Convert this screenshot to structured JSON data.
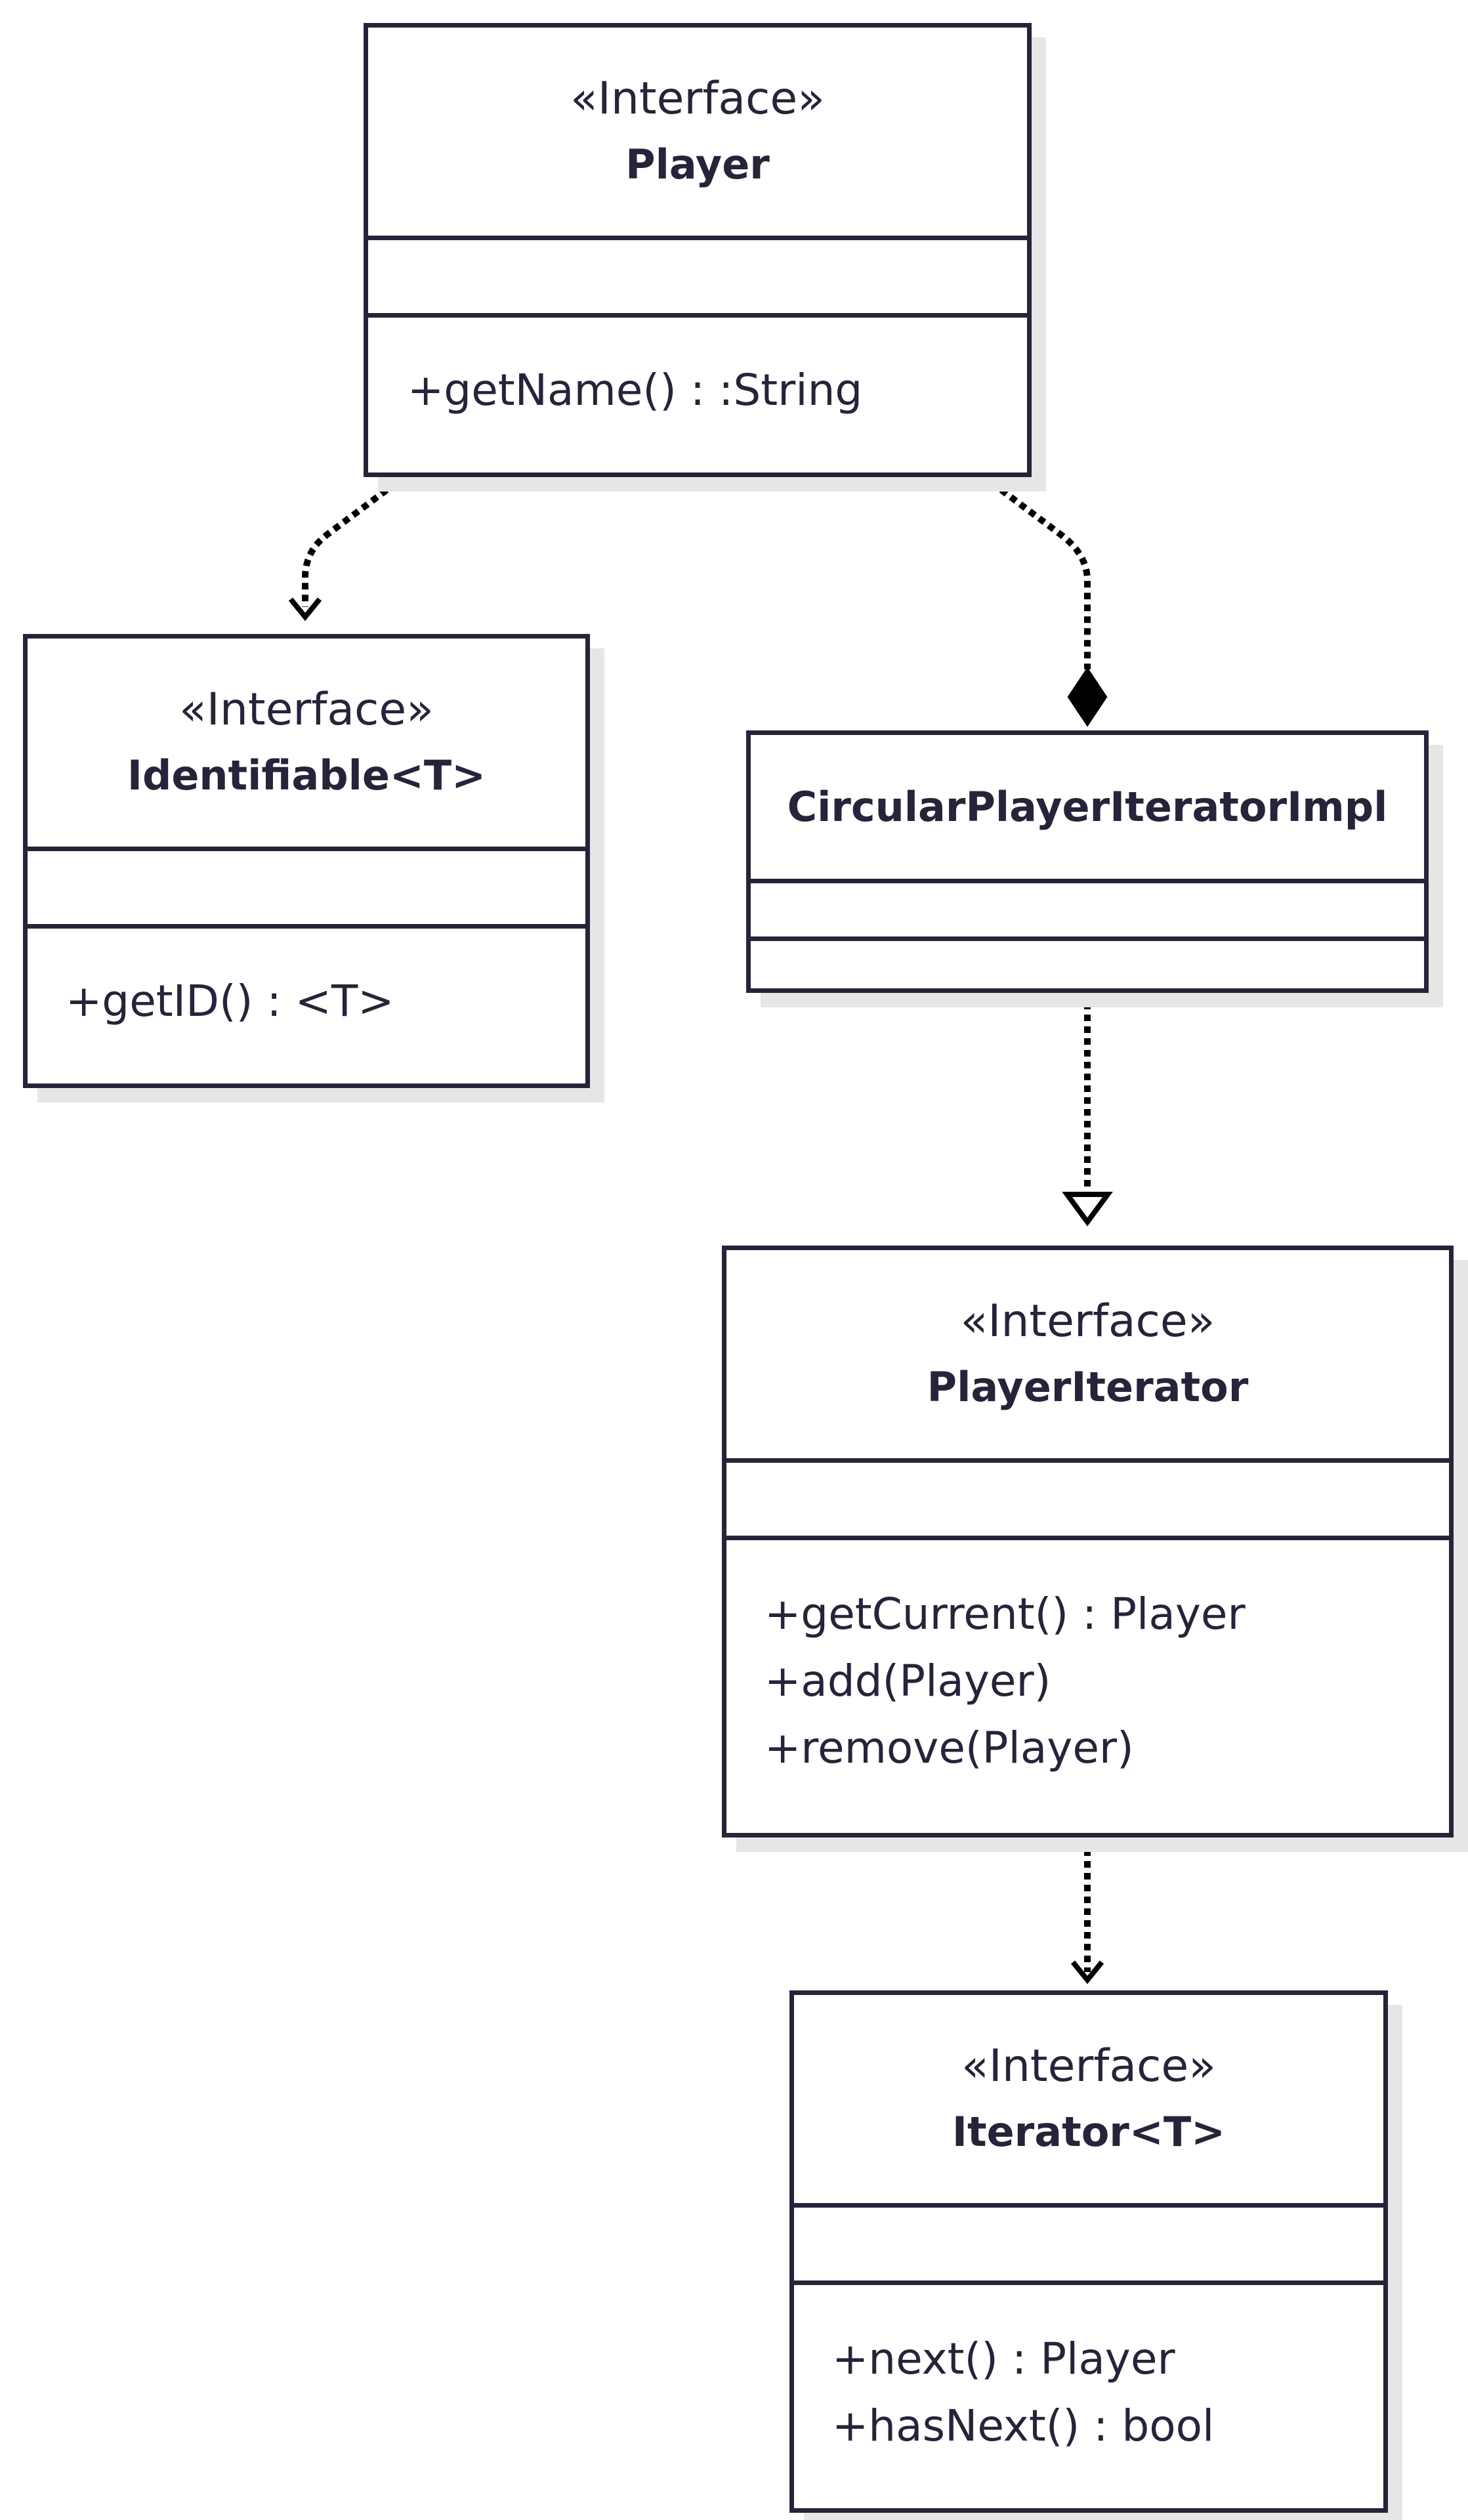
{
  "diagram": {
    "classes": {
      "player": {
        "stereotype": "«Interface»",
        "name": "Player",
        "methods": [
          "+getName() : :String"
        ]
      },
      "identifiable": {
        "stereotype": "«Interface»",
        "name": "Identifiable<T>",
        "methods": [
          "+getID() : <T>"
        ]
      },
      "circular_impl": {
        "name": "CircularPlayerIteratorImpl",
        "methods": []
      },
      "player_iterator": {
        "stereotype": "«Interface»",
        "name": "PlayerIterator",
        "methods": [
          "+getCurrent() : Player",
          "+add(Player)",
          "+remove(Player)"
        ]
      },
      "iterator": {
        "stereotype": "«Interface»",
        "name": "Iterator<T>",
        "methods": [
          "+next() : Player",
          "+hasNext() : bool"
        ]
      }
    },
    "relations": [
      {
        "from": "Player",
        "to": "Identifiable<T>",
        "style": "dotted",
        "head": "open-arrow"
      },
      {
        "from": "Player",
        "to": "CircularPlayerIteratorImpl",
        "style": "dotted",
        "head": "filled-diamond"
      },
      {
        "from": "CircularPlayerIteratorImpl",
        "to": "PlayerIterator",
        "style": "dotted",
        "head": "hollow-triangle"
      },
      {
        "from": "PlayerIterator",
        "to": "Iterator<T>",
        "style": "dotted",
        "head": "open-arrow"
      }
    ],
    "colors": {
      "stroke": "#26233a",
      "shadow": "#e6e6e6",
      "background": "#ffffff"
    }
  }
}
